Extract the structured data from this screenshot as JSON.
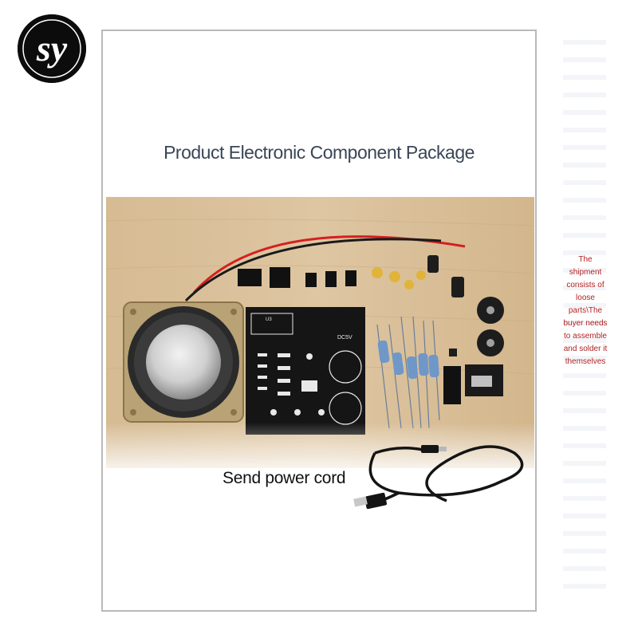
{
  "logo": {
    "text": "sy",
    "icon": "brand-logo-icon"
  },
  "heading": "Product Electronic Component Package",
  "power_cord_label": "Send power cord",
  "side_note": "The shipment consists of loose parts\\The buyer needs to assemble and solder it themselves",
  "pcb_labels": {
    "module": "U3",
    "dc_jack": "DC5V"
  },
  "colors": {
    "heading": "#3a4656",
    "side_note": "#b22222",
    "card_border": "#b9b9b9",
    "wood": "#d9c09a",
    "pcb": "#151515"
  }
}
